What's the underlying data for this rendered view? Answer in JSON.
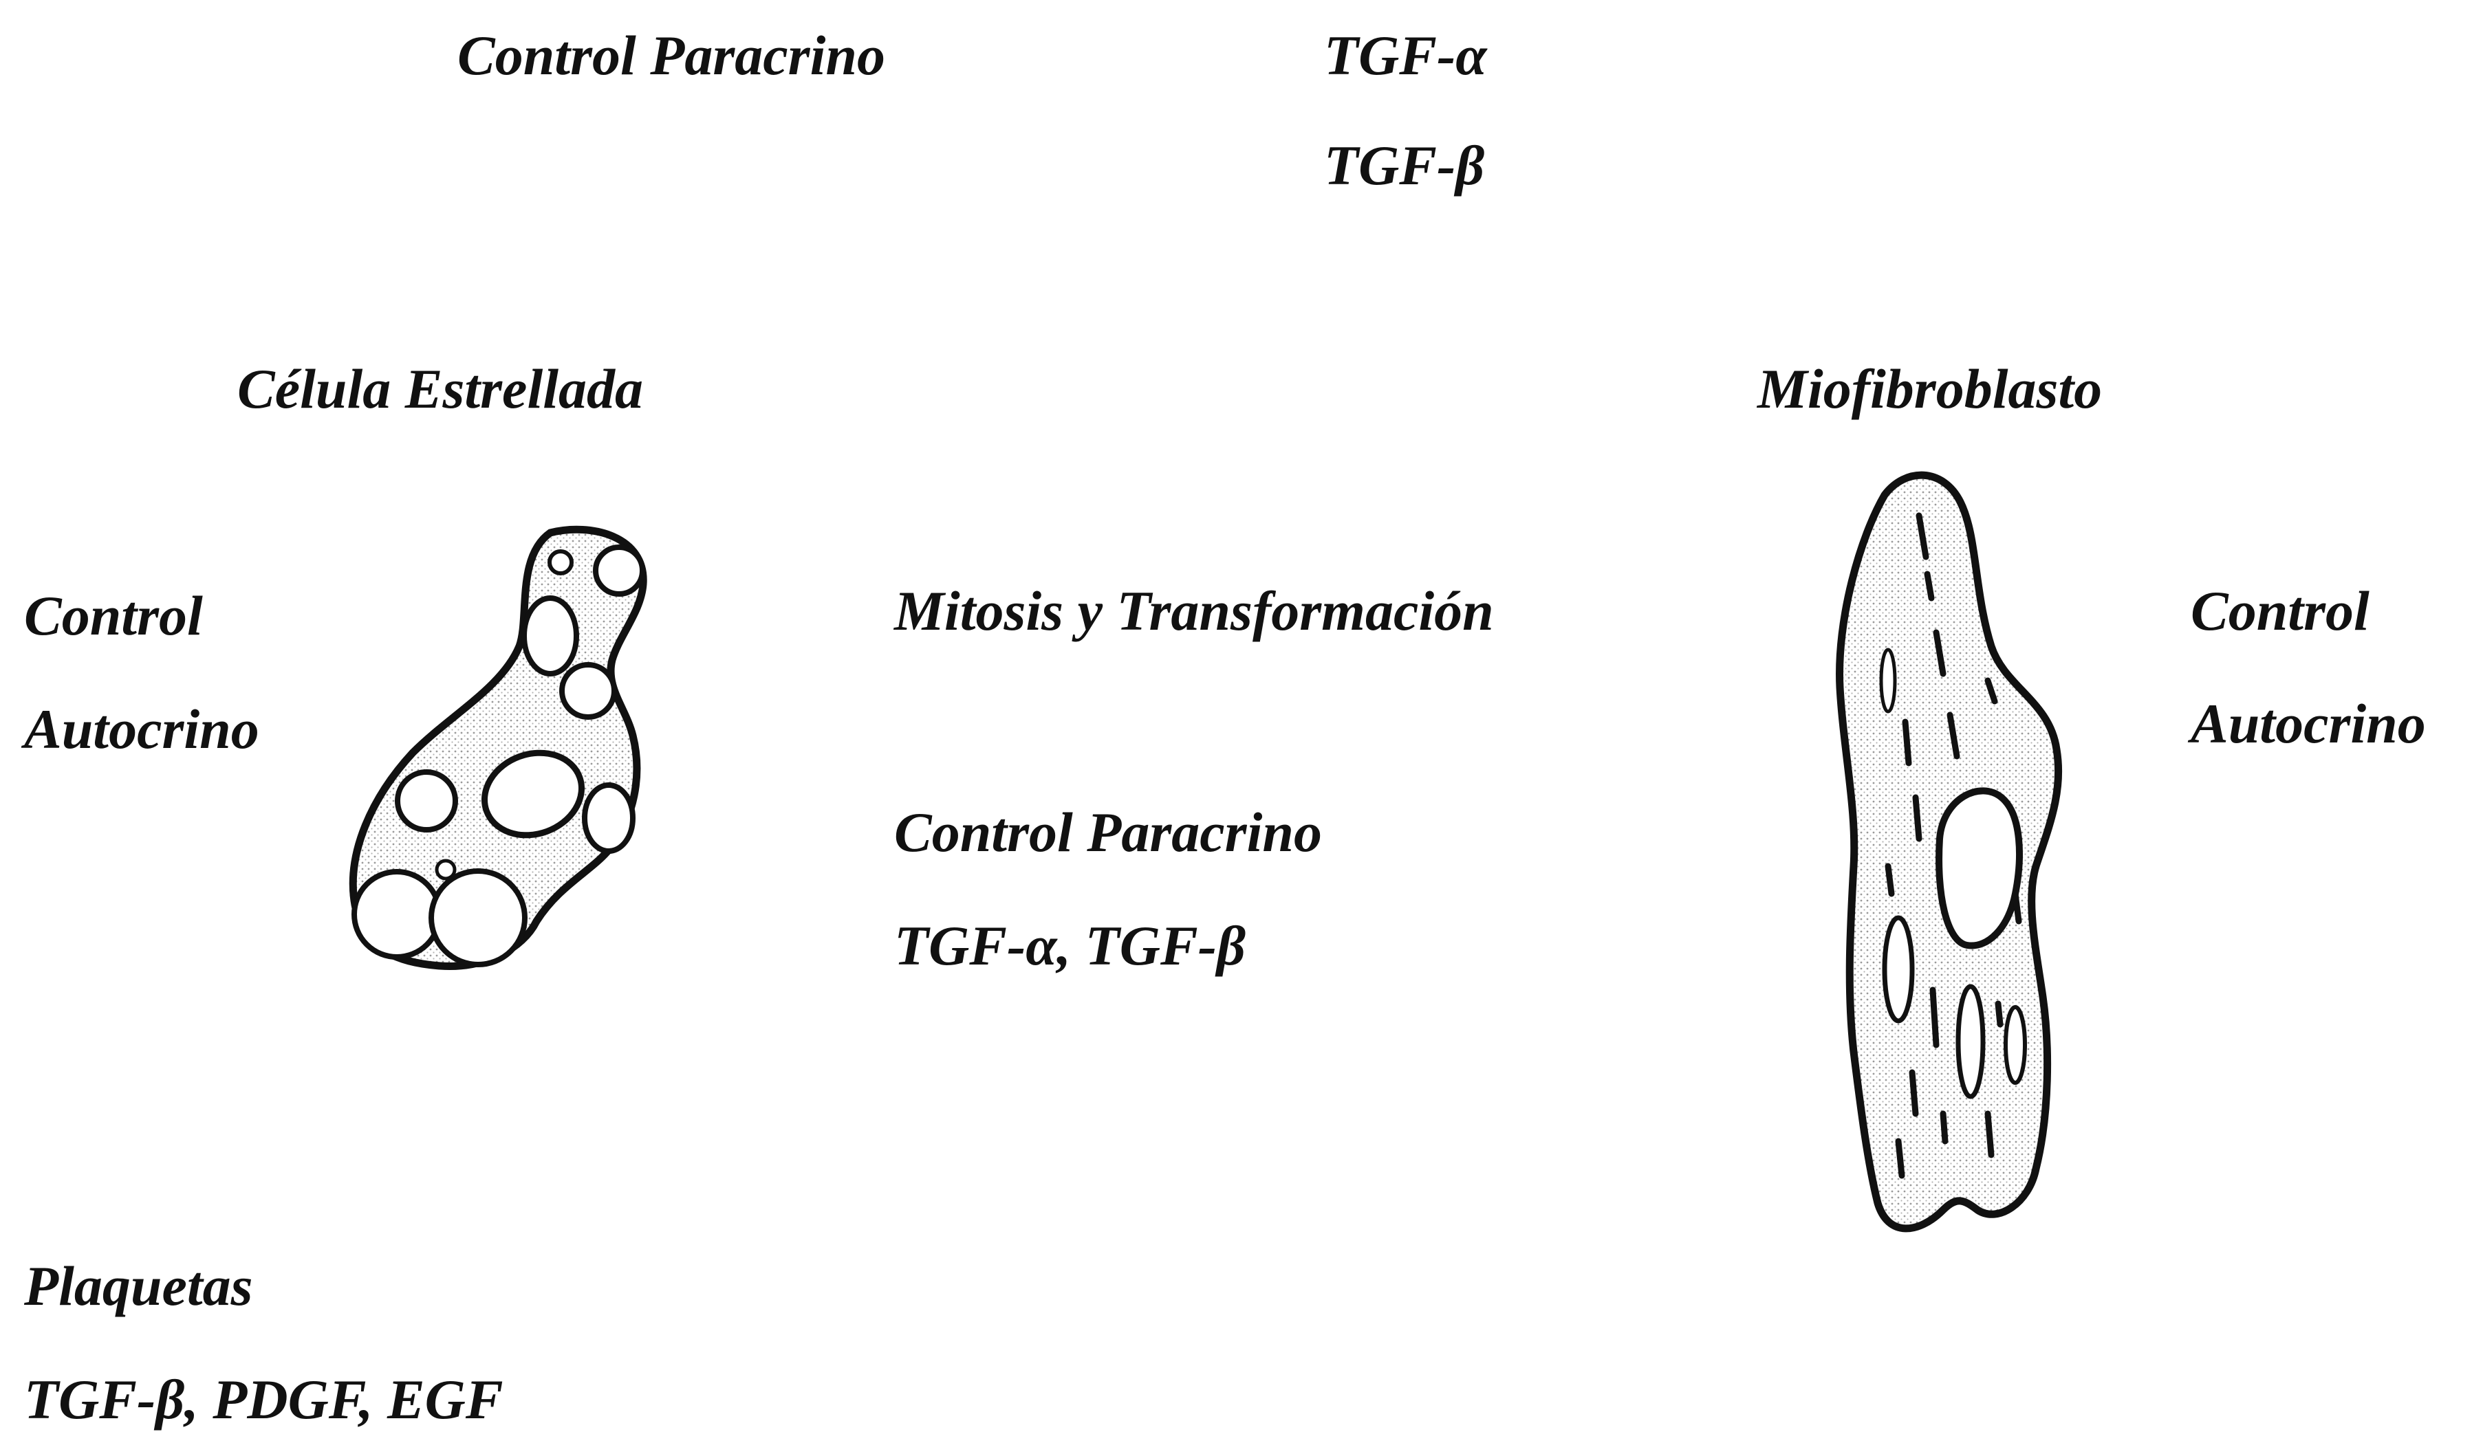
{
  "labels": {
    "top_paracrine": "Control Paracrino",
    "top_tgf_alpha": "TGF-α",
    "top_tgf_beta": "TGF-β",
    "stellate_title": "Célula Estrellada",
    "myofibroblast_title": "Miofibroblasto",
    "left_control": "Control",
    "left_autocrino": "Autocrino",
    "mitosis": "Mitosis y Transformación",
    "mid_paracrine": "Control Paracrino",
    "mid_tgf": "TGF-α, TGF-β",
    "right_control": "Control",
    "right_autocrino": "Autocrino",
    "platelets": "Plaquetas",
    "platelet_factors": "TGF-β, PDGF, EGF"
  },
  "colors": {
    "ink": "#111111",
    "stipple": "#cfcfcf"
  }
}
